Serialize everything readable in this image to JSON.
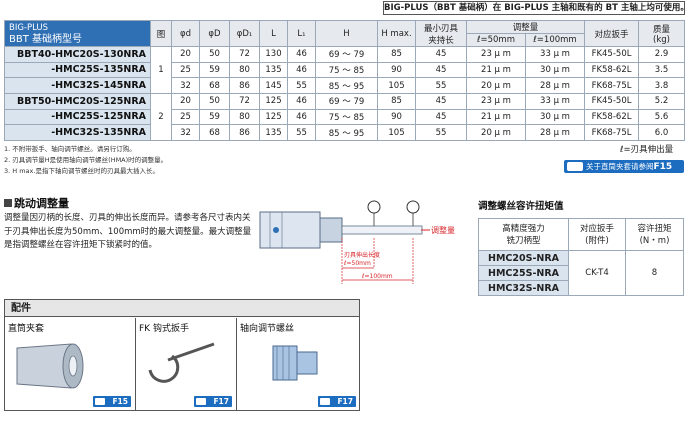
{
  "top_badge": "BIG-PLUS（BBT 基础柄）在 BIG-PLUS 主轴和既有的 BT 主轴上均可使用。",
  "spec_table": {
    "header": {
      "model_line1": "BIG-PLUS",
      "model_line2": "BBT 基础柄型号",
      "fig": "图",
      "d": "φd",
      "D": "φD",
      "D1": "φD₁",
      "L": "L",
      "L1": "L₁",
      "H": "H",
      "Hmax": "H max.",
      "min_grip_1": "最小刃具",
      "min_grip_2": "夹持长",
      "adjust": "调整量",
      "adj50": "ℓ=50mm",
      "adj100": "ℓ=100mm",
      "wrench": "对应扳手",
      "mass_1": "质量",
      "mass_2": "(kg)"
    },
    "groups": [
      {
        "fig": "1",
        "rows": [
          {
            "model": "BBT40-HMC20S-130NRA",
            "d": "20",
            "D": "50",
            "D1": "72",
            "L": "130",
            "L1": "46",
            "H": "69 ～ 79",
            "Hmax": "85",
            "grip": "45",
            "adj50": "23 μ m",
            "adj100": "33 μ m",
            "wrench": "FK45-50L",
            "mass": "2.9"
          },
          {
            "model": "-HMC25S-135NRA",
            "d": "25",
            "D": "59",
            "D1": "80",
            "L": "135",
            "L1": "46",
            "H": "75 ～ 85",
            "Hmax": "90",
            "grip": "45",
            "adj50": "21 μ m",
            "adj100": "30 μ m",
            "wrench": "FK58-62L",
            "mass": "3.5"
          },
          {
            "model": "-HMC32S-145NRA",
            "d": "32",
            "D": "68",
            "D1": "86",
            "L": "145",
            "L1": "55",
            "H": "85 ～ 95",
            "Hmax": "105",
            "grip": "55",
            "adj50": "20 μ m",
            "adj100": "28 μ m",
            "wrench": "FK68-75L",
            "mass": "3.8"
          }
        ]
      },
      {
        "fig": "2",
        "rows": [
          {
            "model": "BBT50-HMC20S-125NRA",
            "d": "20",
            "D": "50",
            "D1": "72",
            "L": "125",
            "L1": "46",
            "H": "69 ～ 79",
            "Hmax": "85",
            "grip": "45",
            "adj50": "23 μ m",
            "adj100": "33 μ m",
            "wrench": "FK45-50L",
            "mass": "5.2"
          },
          {
            "model": "-HMC25S-125NRA",
            "d": "25",
            "D": "59",
            "D1": "80",
            "L": "125",
            "L1": "46",
            "H": "75 ～ 85",
            "Hmax": "90",
            "grip": "45",
            "adj50": "21 μ m",
            "adj100": "30 μ m",
            "wrench": "FK58-62L",
            "mass": "5.6"
          },
          {
            "model": "-HMC32S-135NRA",
            "d": "32",
            "D": "68",
            "D1": "86",
            "L": "135",
            "L1": "55",
            "H": "85 ～ 95",
            "Hmax": "105",
            "grip": "55",
            "adj50": "20 μ m",
            "adj100": "28 μ m",
            "wrench": "FK68-75L",
            "mass": "6.0"
          }
        ]
      }
    ]
  },
  "notes": [
    "1. 不附带扳手、轴向调节螺丝。请另行订购。",
    "2. 刃具调节量H是使用轴向调节螺丝(HMA)时的调整量。",
    "3. H max.是指下轴向调节螺丝时的刃具最大插入长。"
  ],
  "right_note": "ℓ=刃具伸出量",
  "ref_pill": {
    "text": "关于直筒夹套请参阅",
    "target": "F15"
  },
  "section": {
    "title": "跳动调整量",
    "body": "调整量因刃柄的长度、刃具的伸出长度而异。请参考各尺寸表内关于刃具伸出长度为50mm、100mm时的最大调整量。最大调整量是指调整螺丝在容许扭矩下锁紧时的值。"
  },
  "diagram": {
    "adjust_label": "调整量",
    "overhang_label": "刃具伸出长度",
    "l50": "ℓ=50mm",
    "l100": "ℓ=100mm"
  },
  "torque": {
    "title": "调整螺丝容许扭矩值",
    "head_model_1": "高精度强力",
    "head_model_2": "铣刀柄型",
    "head_wrench_1": "对应扳手",
    "head_wrench_2": "(附件)",
    "head_torque_1": "容许扭矩",
    "head_torque_2": "(N・m)",
    "models": [
      "HMC20S-NRA",
      "HMC25S-NRA",
      "HMC32S-NRA"
    ],
    "wrench": "CK-T4",
    "value": "8"
  },
  "accessories": {
    "title": "配件",
    "items": [
      {
        "label": "直筒夹套",
        "ref": "F15"
      },
      {
        "label": "FK 钩式扳手",
        "ref": "F17"
      },
      {
        "label": "轴向调节螺丝",
        "ref": "F17"
      }
    ]
  },
  "colors": {
    "header_blue": "#2f6fb4",
    "model_cell": "#d9e4ef",
    "ref_blue": "#1c6cc0",
    "accent_red": "#d8262b"
  }
}
